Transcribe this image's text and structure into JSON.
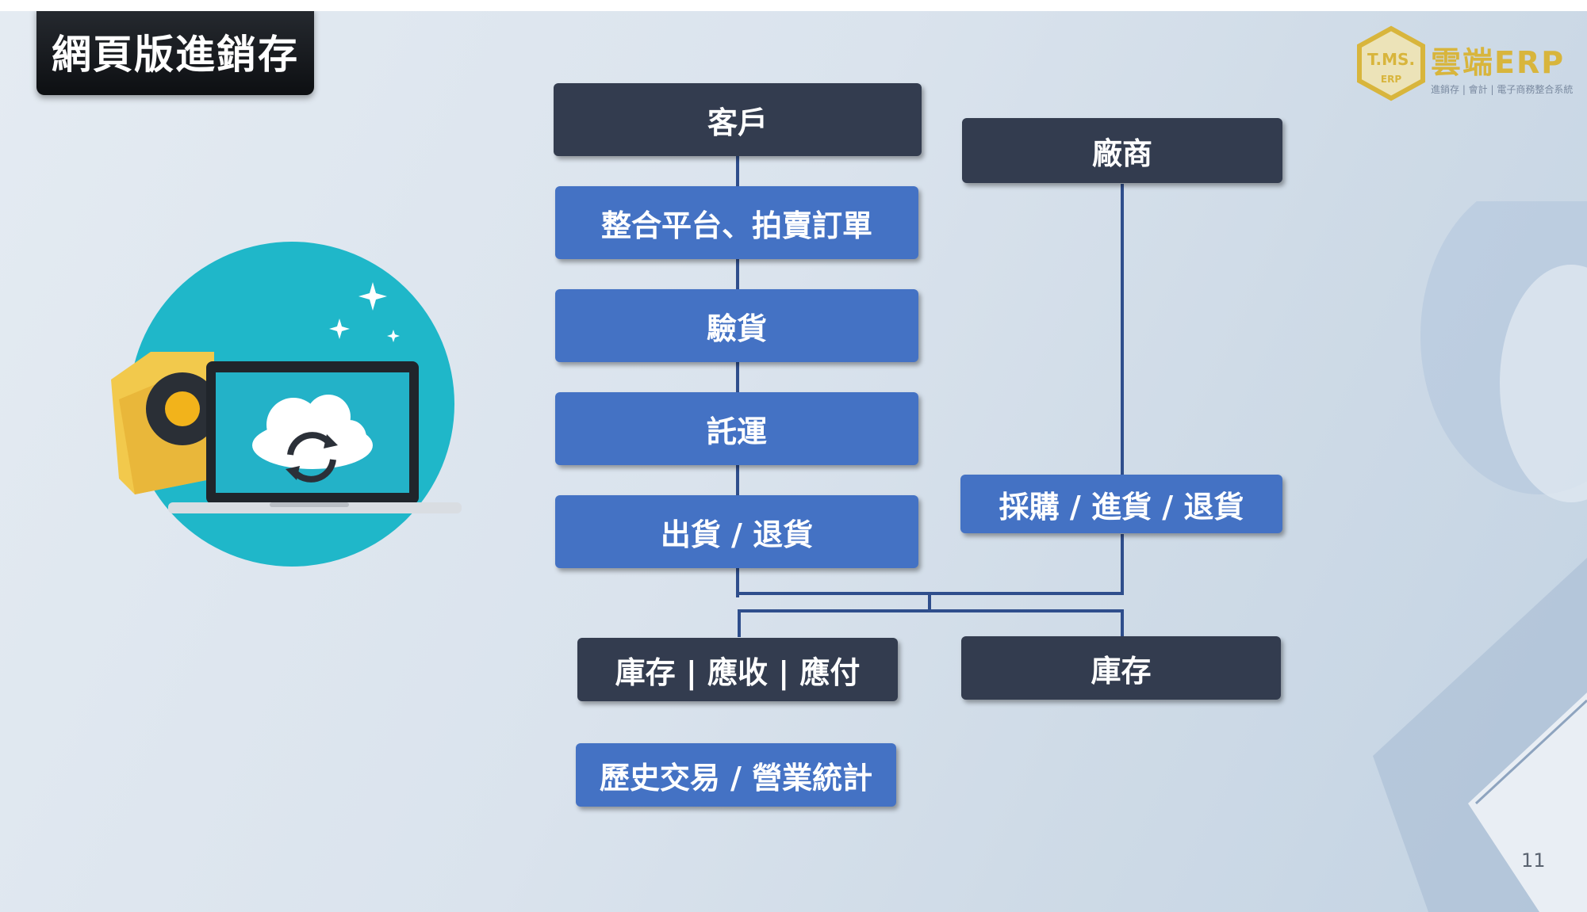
{
  "slide": {
    "title": "網頁版進銷存",
    "page_number": "11"
  },
  "logo": {
    "badge_top": "T.MS.",
    "badge_bottom": "ERP",
    "brand": "雲端ERP",
    "tagline": "進銷存 | 會計 | 電子商務整合系統"
  },
  "flow": {
    "customer": "客戶",
    "platform_orders": "整合平台、拍賣訂單",
    "inspection": "驗貨",
    "shipping_logistics": "託運",
    "ship_return": "出貨 / 退貨",
    "vendor": "廠商",
    "purchase": "採購 / 進貨 / 退貨",
    "inventory_ar_ap": "庫存 | 應收 | 應付",
    "inventory": "庫存",
    "history_stats": "歷史交易 / 營業統計"
  },
  "colors": {
    "dark_box": "#333c4f",
    "blue_box": "#4472c4",
    "connector": "#2f4e8c"
  }
}
